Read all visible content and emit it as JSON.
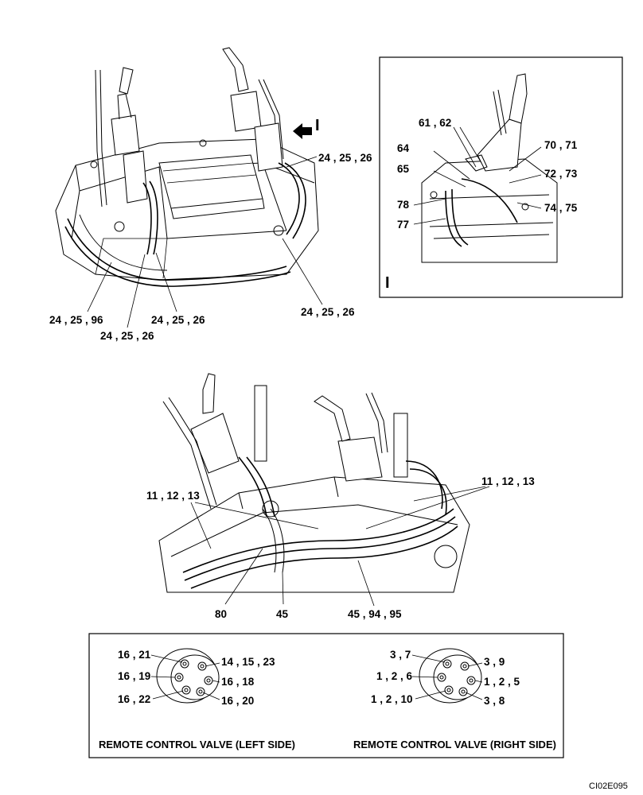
{
  "top_left_labels": {
    "a": "24 , 25 , 26",
    "b": "24 , 25 , 96",
    "c": "24 , 25 , 26",
    "d": "24 , 25 , 26",
    "e": "24 , 25 , 26"
  },
  "view_marker": "I",
  "inset": {
    "marker": "I",
    "labels": [
      "61 , 62",
      "64",
      "65",
      "78",
      "77",
      "70 , 71",
      "72 , 73",
      "74 , 75"
    ]
  },
  "middle_labels": {
    "left": "11 , 12 , 13",
    "right": "11 , 12 , 13",
    "b1": "80",
    "b2": "45",
    "b3": "45 , 94 , 95"
  },
  "valve_left": {
    "labels": [
      "16 , 21",
      "16 , 19",
      "16 , 22",
      "14 , 15 , 23",
      "16 , 18",
      "16 , 20"
    ],
    "caption": "REMOTE CONTROL VALVE (LEFT SIDE)"
  },
  "valve_right": {
    "labels": [
      "3 , 7",
      "1 , 2 , 6",
      "1 , 2 , 10",
      "3 , 9",
      "1 , 2 , 5",
      "3 , 8"
    ],
    "caption": "REMOTE CONTROL VALVE (RIGHT SIDE)"
  },
  "figure_code": "CI02E095"
}
